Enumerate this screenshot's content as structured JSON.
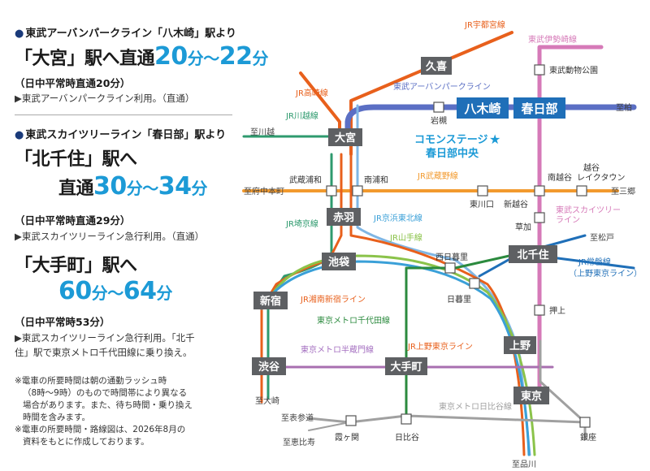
{
  "left": {
    "sec1_header": "東武アーバンパークライン「八木崎」駅より",
    "omiya_dest": "「大宮」駅へ直通",
    "omiya_time_a": "20",
    "omiya_unit_a": "分",
    "omiya_sep": "～",
    "omiya_time_b": "22",
    "omiya_unit_b": "分",
    "omiya_sub": "（日中平常時直通20分）",
    "omiya_note": "▶東武アーバンパークライン利用。（直通）",
    "sec2_header": "東武スカイツリーライン「春日部」駅より",
    "kitasenju_dest": "「北千住」駅へ",
    "kitasenju_prefix": "直通",
    "kitasenju_time_a": "30",
    "kitasenju_unit_a": "分",
    "kitasenju_sep": "～",
    "kitasenju_time_b": "34",
    "kitasenju_unit_b": "分",
    "kitasenju_sub": "（日中平常時直通29分）",
    "kitasenju_note": "▶東武スカイツリーライン急行利用。（直通）",
    "otemachi_dest": "「大手町」駅へ",
    "otemachi_time_a": "60",
    "otemachi_unit_a": "分",
    "otemachi_sep": "～",
    "otemachi_time_b": "64",
    "otemachi_unit_b": "分",
    "otemachi_sub": "（日中平常時53分）",
    "otemachi_note1": "▶東武スカイツリーライン急行利用。「北千",
    "otemachi_note2": "住」駅で東京メトロ千代田線に乗り換え。",
    "footnote1_1": "※電車の所要時間は朝の通勤ラッシュ時",
    "footnote1_2": "（8時～9時）のもので時間帯により異なる",
    "footnote1_3": "場合があります。また、待ち時間・乗り換え",
    "footnote1_4": "時間を含みます。",
    "footnote2_1": "※電車の所要時間・路線図は、2026年8月の",
    "footnote2_2": "資料をもとに作成しております。"
  },
  "map": {
    "colors": {
      "tobu_urban": "#5b6fc4",
      "tobu_isesaki": "#d67ab8",
      "jr_orange": "#e8601c",
      "jr_light_blue": "#7fb6e4",
      "jr_green": "#8bc34a",
      "jr_blue_line": "#3aa0d8",
      "jr_saikyo": "#2e9a6e",
      "marunouchi_purple": "#a86fb0",
      "chiyoda_green": "#2b8a3e",
      "hanzomon": "#a46fc0",
      "hibiya": "#a0a0a0",
      "ueno_tokyo": "#f2a31b",
      "musashino": "#f29a2e",
      "station_dark": "#5e6063",
      "station_blue": "#1f6fb8"
    },
    "line_labels": {
      "jr_utsunomiya": "JR宇都宮線",
      "tobu_isesaki": "東武伊勢崎線",
      "tobu_urban": "東武アーバンパークライン",
      "jr_takasaki": "JR高崎線",
      "jr_kawagoe": "JR川越線",
      "jr_musashino": "JR武蔵野線",
      "jr_saikyo": "JR埼京線",
      "jr_keihin": "JR京浜東北線",
      "jr_yamanote": "JR山手線",
      "tobu_skytree": "東武スカイツリーライン",
      "jr_joban1": "JR常磐線",
      "jr_joban2": "（上野東京ライン）",
      "jr_shonan": "JR湘南新宿ライン",
      "metro_chiyoda": "東京メトロ千代田線",
      "jr_ueno_tokyo": "JR上野東京ライン",
      "metro_hanzomon": "東京メトロ半蔵門線",
      "metro_hibiya": "東京メトロ日比谷線"
    },
    "stations": {
      "kuki": "久喜",
      "tobu_dobutsu": "東武動物公園",
      "iwatsuki": "岩槻",
      "yagisaki": "八木崎",
      "kasukabe": "春日部",
      "omiya": "大宮",
      "musashi_urawa": "武蔵浦和",
      "minami_urawa": "南浦和",
      "higashi_kawaguchi": "東川口",
      "shin_koshigaya": "新越谷",
      "minami_koshigaya": "南越谷",
      "koshigaya_laketown1": "越谷",
      "koshigaya_laketown2": "レイクタウン",
      "akabane": "赤羽",
      "soka": "草加",
      "kitasenju": "北千住",
      "ikebukuro": "池袋",
      "nishi_nippori": "西日暮里",
      "nippori": "日暮里",
      "shinjuku": "新宿",
      "kitasenju_area_oshiage": "押上",
      "ueno": "上野",
      "shibuya": "渋谷",
      "otemachi": "大手町",
      "tokyo": "東京",
      "kasumigaseki": "霞ヶ関",
      "hibiya": "日比谷",
      "ginza": "銀座"
    },
    "directions": {
      "to_kawagoe": "至川越",
      "to_fuchu": "至府中本町",
      "to_nishi_funabashi": "至三郷",
      "to_matsudo": "至松戸",
      "to_kashiwa": "至柏",
      "to_osaki": "至大崎",
      "to_omotesando": "至表参道",
      "to_ebisu": "至恵比寿",
      "to_shinagawa": "至品川"
    },
    "property_line1": "コモンステージ",
    "property_star": "★",
    "property_line2": "春日部中央"
  }
}
